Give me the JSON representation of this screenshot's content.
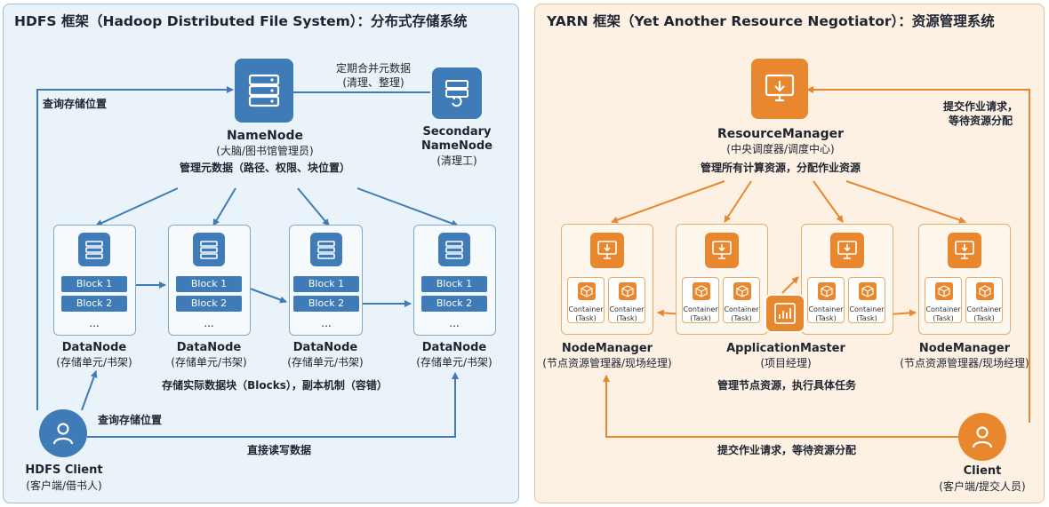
{
  "colors": {
    "hdfs_accent": "#3f7bb6",
    "yarn_accent": "#e8872e",
    "hdfs_bg": "#eaf3fa",
    "yarn_bg": "#fdf1e3"
  },
  "hdfs": {
    "title": "HDFS 框架（Hadoop Distributed File System）：分布式存储系统",
    "namenode": {
      "name": "NameNode",
      "role": "(大脑/图书馆管理员)",
      "desc": "管理元数据（路径、权限、块位置）",
      "icon": "server-icon"
    },
    "secondary": {
      "name1": "Secondary",
      "name2": "NameNode",
      "role": "(清理工)",
      "icon": "refresh-doc-icon"
    },
    "merge_label1": "定期合并元数据",
    "merge_label2": "(清理、整理)",
    "query_label_top": "查询存储位置",
    "datanode": {
      "name": "DataNode",
      "role": "(存储单元/书架)",
      "block1": "Block 1",
      "block2": "Block 2",
      "ellipsis": "...",
      "icon": "server-icon"
    },
    "datanode_desc": "存储实际数据块（Blocks），副本机制（容错）",
    "client": {
      "name": "HDFS Client",
      "role": "(客户端/借书人)",
      "icon": "user-icon"
    },
    "query_label_bottom": "查询存储位置",
    "rw_label": "直接读写数据"
  },
  "yarn": {
    "title": "YARN 框架（Yet Another Resource Negotiator）：资源管理系统",
    "rm": {
      "name": "ResourceManager",
      "role": "(中央调度器/调度中心)",
      "desc": "管理所有计算资源，分配作业资源",
      "icon": "monitor-download-icon"
    },
    "submit_label1": "提交作业请求，",
    "submit_label2": "等待资源分配",
    "container": {
      "line1": "Container",
      "line2": "(Task)",
      "icon": "cube-icon"
    },
    "nm": {
      "name": "NodeManager",
      "role": "(节点资源管理器/现场经理)"
    },
    "am": {
      "name": "ApplicationMaster",
      "role": "(项目经理)",
      "icon": "bar-chart-icon"
    },
    "nm_right": {
      "name": "NodeManager",
      "role": "(节点资源管理器/现场经理)"
    },
    "am_desc": "管理节点资源，执行具体任务",
    "bottom_label": "提交作业请求，等待资源分配",
    "client": {
      "name": "Client",
      "role": "(客户端/提交人员)",
      "icon": "user-icon"
    }
  }
}
